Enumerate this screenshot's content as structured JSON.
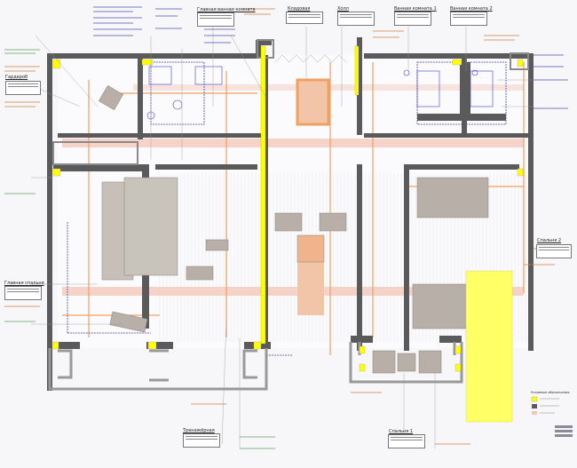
{
  "plan": {
    "rooms": [
      {
        "id": "wardrobe",
        "name": "Гардероб"
      },
      {
        "id": "master-bath",
        "name": "Главная ванная комната"
      },
      {
        "id": "pantry",
        "name": "Кладовая"
      },
      {
        "id": "hall",
        "name": "Холл"
      },
      {
        "id": "bath1",
        "name": "Ванная комната 1"
      },
      {
        "id": "bath2",
        "name": "Ванная комната 2"
      },
      {
        "id": "bedroom2",
        "name": "Спальня 2"
      },
      {
        "id": "master-bedroom",
        "name": "Главная спальня"
      },
      {
        "id": "gym",
        "name": "Тренажёрная"
      },
      {
        "id": "bedroom1",
        "name": "Спальня 1"
      }
    ],
    "legend": {
      "title": "Условные обозначения"
    },
    "colors": {
      "column": "#ffff00",
      "wall": "#5a5a5a",
      "wall_light": "#9a9a9a",
      "heating_band": "#f4c6b8",
      "pipe": "#f0a060",
      "annotation_blue": "#3a3ad0",
      "highlight_zone": "#ffff66"
    }
  }
}
